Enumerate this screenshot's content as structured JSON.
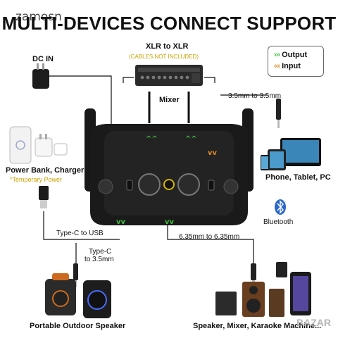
{
  "title": "MULTI-DEVICES CONNECT SUPPORT",
  "watermark": "zamosn",
  "legend": {
    "output": "Output",
    "input": "Input",
    "output_color": "#3fbf3f",
    "input_color": "#e08a2a"
  },
  "labels": {
    "dc_in": "DC IN",
    "xlr": "XLR to XLR",
    "xlr_note": "(CABLES NOT INCLUDED)",
    "mixer": "Mixer",
    "aux": "3.5mm to 3.5mm",
    "power_bank": "Power Bank, Charger",
    "power_note": "*Temporary Power",
    "phone": "Phone, Tablet, PC",
    "bluetooth": "Bluetooth",
    "typec_usb": "Type-C to USB",
    "typec_35_l1": "Type-C",
    "typec_35_l2": "to 3.5mm",
    "jack635": "6.35mm to 6.35mm",
    "portable": "Portable Outdoor Speaker",
    "speaker_mixer": "Speaker, Mixer, Karaoke Machine..."
  },
  "corner_logo": "BAZAR"
}
